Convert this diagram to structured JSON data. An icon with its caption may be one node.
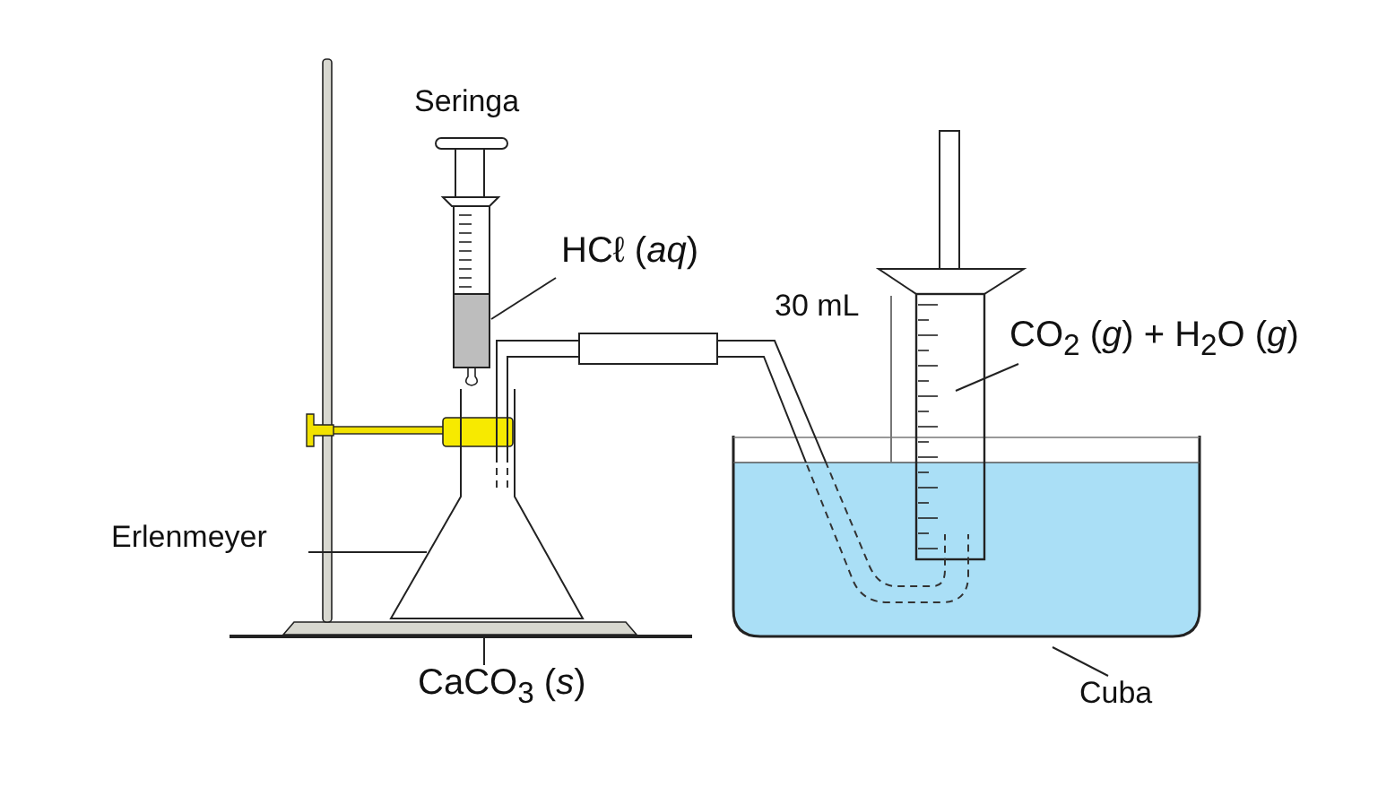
{
  "diagram": {
    "nodes": [
      {
        "text": [
          "HCℓ (*aq*)"
        ]
      },
      {
        "text": [],
        "shape": "box"
      },
      {
        "text": [
          "Erlenmeyer"
        ]
      },
      {
        "text": [],
        "shape": "picture"
      },
      {
        "text": [
          "CaCO$_{3}$ (*s*)"
        ]
      },
      {
        "text": [
          "30 mL"
        ]
      },
      {
        "text": [
          "CO$_{2}$ (*g*) + H$_{2}$O (*g*)"
        ]
      },
      {
        "text": [],
        "shape": "picture"
      },
      {
        "text": [
          "Cuba"
        ]
      },
      {
        "text": [],
        "shape": "picture"
      }
    ],
    "edges": [
      {
        "from": 0,
        "to": 1,
        "arrow": "none"
      },
      {
        "from": 2,
        "to": 3,
        "arrow": "none"
      },
      {
        "from": 4,
        "to": 3,
        "arrow": "none"
      },
      {
        "from": 5,
        "to": 7,
        "arrow": "none"
      },
      {
        "from": 6,
        "to": 7,
        "arrow": "none"
      },
      {
        "from": 8,
        "to": 9,
        "arrow": "none"
      }
    ],
    "labels": [
      "Seringa"
    ]
  }
}
